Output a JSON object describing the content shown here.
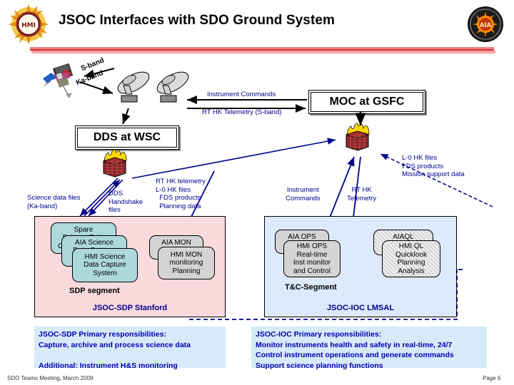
{
  "slide": {
    "title": "JSOC Interfaces with SDO Ground System",
    "footer_left": "SDO Teams Meeting, March 2009",
    "footer_right": "Page 6",
    "accent_red": "#e03030",
    "text_blue": "#00008b",
    "panel_pink": "#fadadd",
    "panel_blue": "#dceafb"
  },
  "logos": {
    "left": "hmi-logo",
    "right": "aia-logo"
  },
  "icons": {
    "satellite": "satellite-icon",
    "antenna_1": "dish-antenna-icon",
    "antenna_2": "dish-antenna-icon",
    "firewall_dds": "firewall-icon",
    "firewall_moc": "firewall-icon"
  },
  "boxes": {
    "dds": "DDS at WSC",
    "moc": "MOC at GSFC"
  },
  "band_labels": {
    "s_band": "S-band",
    "ka_band": "Ka-band"
  },
  "flow_labels": {
    "instrument_commands_top": "Instrument Commands",
    "rt_hk_telemetry_sband": "RT HK Telemetry (S-band)",
    "lo_hk_block": "L-0 HK files\nFDS products\nMission support data",
    "science_data_files": "Science data files\n(Ka-band)",
    "dds_handshake": "DDS\nHandshake\nfiles",
    "rt_hk_block": "RT HK telemetry\nL-0 HK files\n  FDS products\n  Planning data",
    "instrument_commands_mid": "Instrument\nCommands",
    "rt_hk_telemetry_mid": "RT HK\nTelemetry"
  },
  "sdp_panel": {
    "title": "JSOC-SDP  Stanford",
    "segment": "SDP segment",
    "nodes": [
      {
        "label": "Spare\nScience Data\nCapture System",
        "style": "teal"
      },
      {
        "label": "AIA Science\nData Capture\nSystem",
        "style": "teal"
      },
      {
        "label": "HMI Science\nData Capture\nSystem",
        "style": "teal"
      },
      {
        "label": "AIA MON",
        "style": "gray"
      },
      {
        "label": "HMI MON\nmonitoring\nPlanning",
        "style": "gray"
      }
    ]
  },
  "ioc_panel": {
    "title": "JSOC-IOC  LMSAL",
    "segment": "T&C-Segment",
    "nodes": [
      {
        "label": "AIA OPS",
        "style": "gray"
      },
      {
        "label": "HMI OPS\nReal-time\nInst monitor\nand Control",
        "style": "gray"
      },
      {
        "label": "AIAQL",
        "style": "hatch"
      },
      {
        "label": "HMI QL\nQuicklook\nPlanning\nAnalysis",
        "style": "hatch"
      }
    ]
  },
  "responsibilities": {
    "sdp": "JSOC-SDP Primary responsibilities:\nCapture, archive and process science data\n\nAdditional: Instrument H&S monitoring",
    "ioc": "JSOC-IOC Primary responsibilities:\nMonitor instruments health and safety in real-time, 24/7\nControl instrument operations and generate commands\nSupport science planning  functions"
  }
}
